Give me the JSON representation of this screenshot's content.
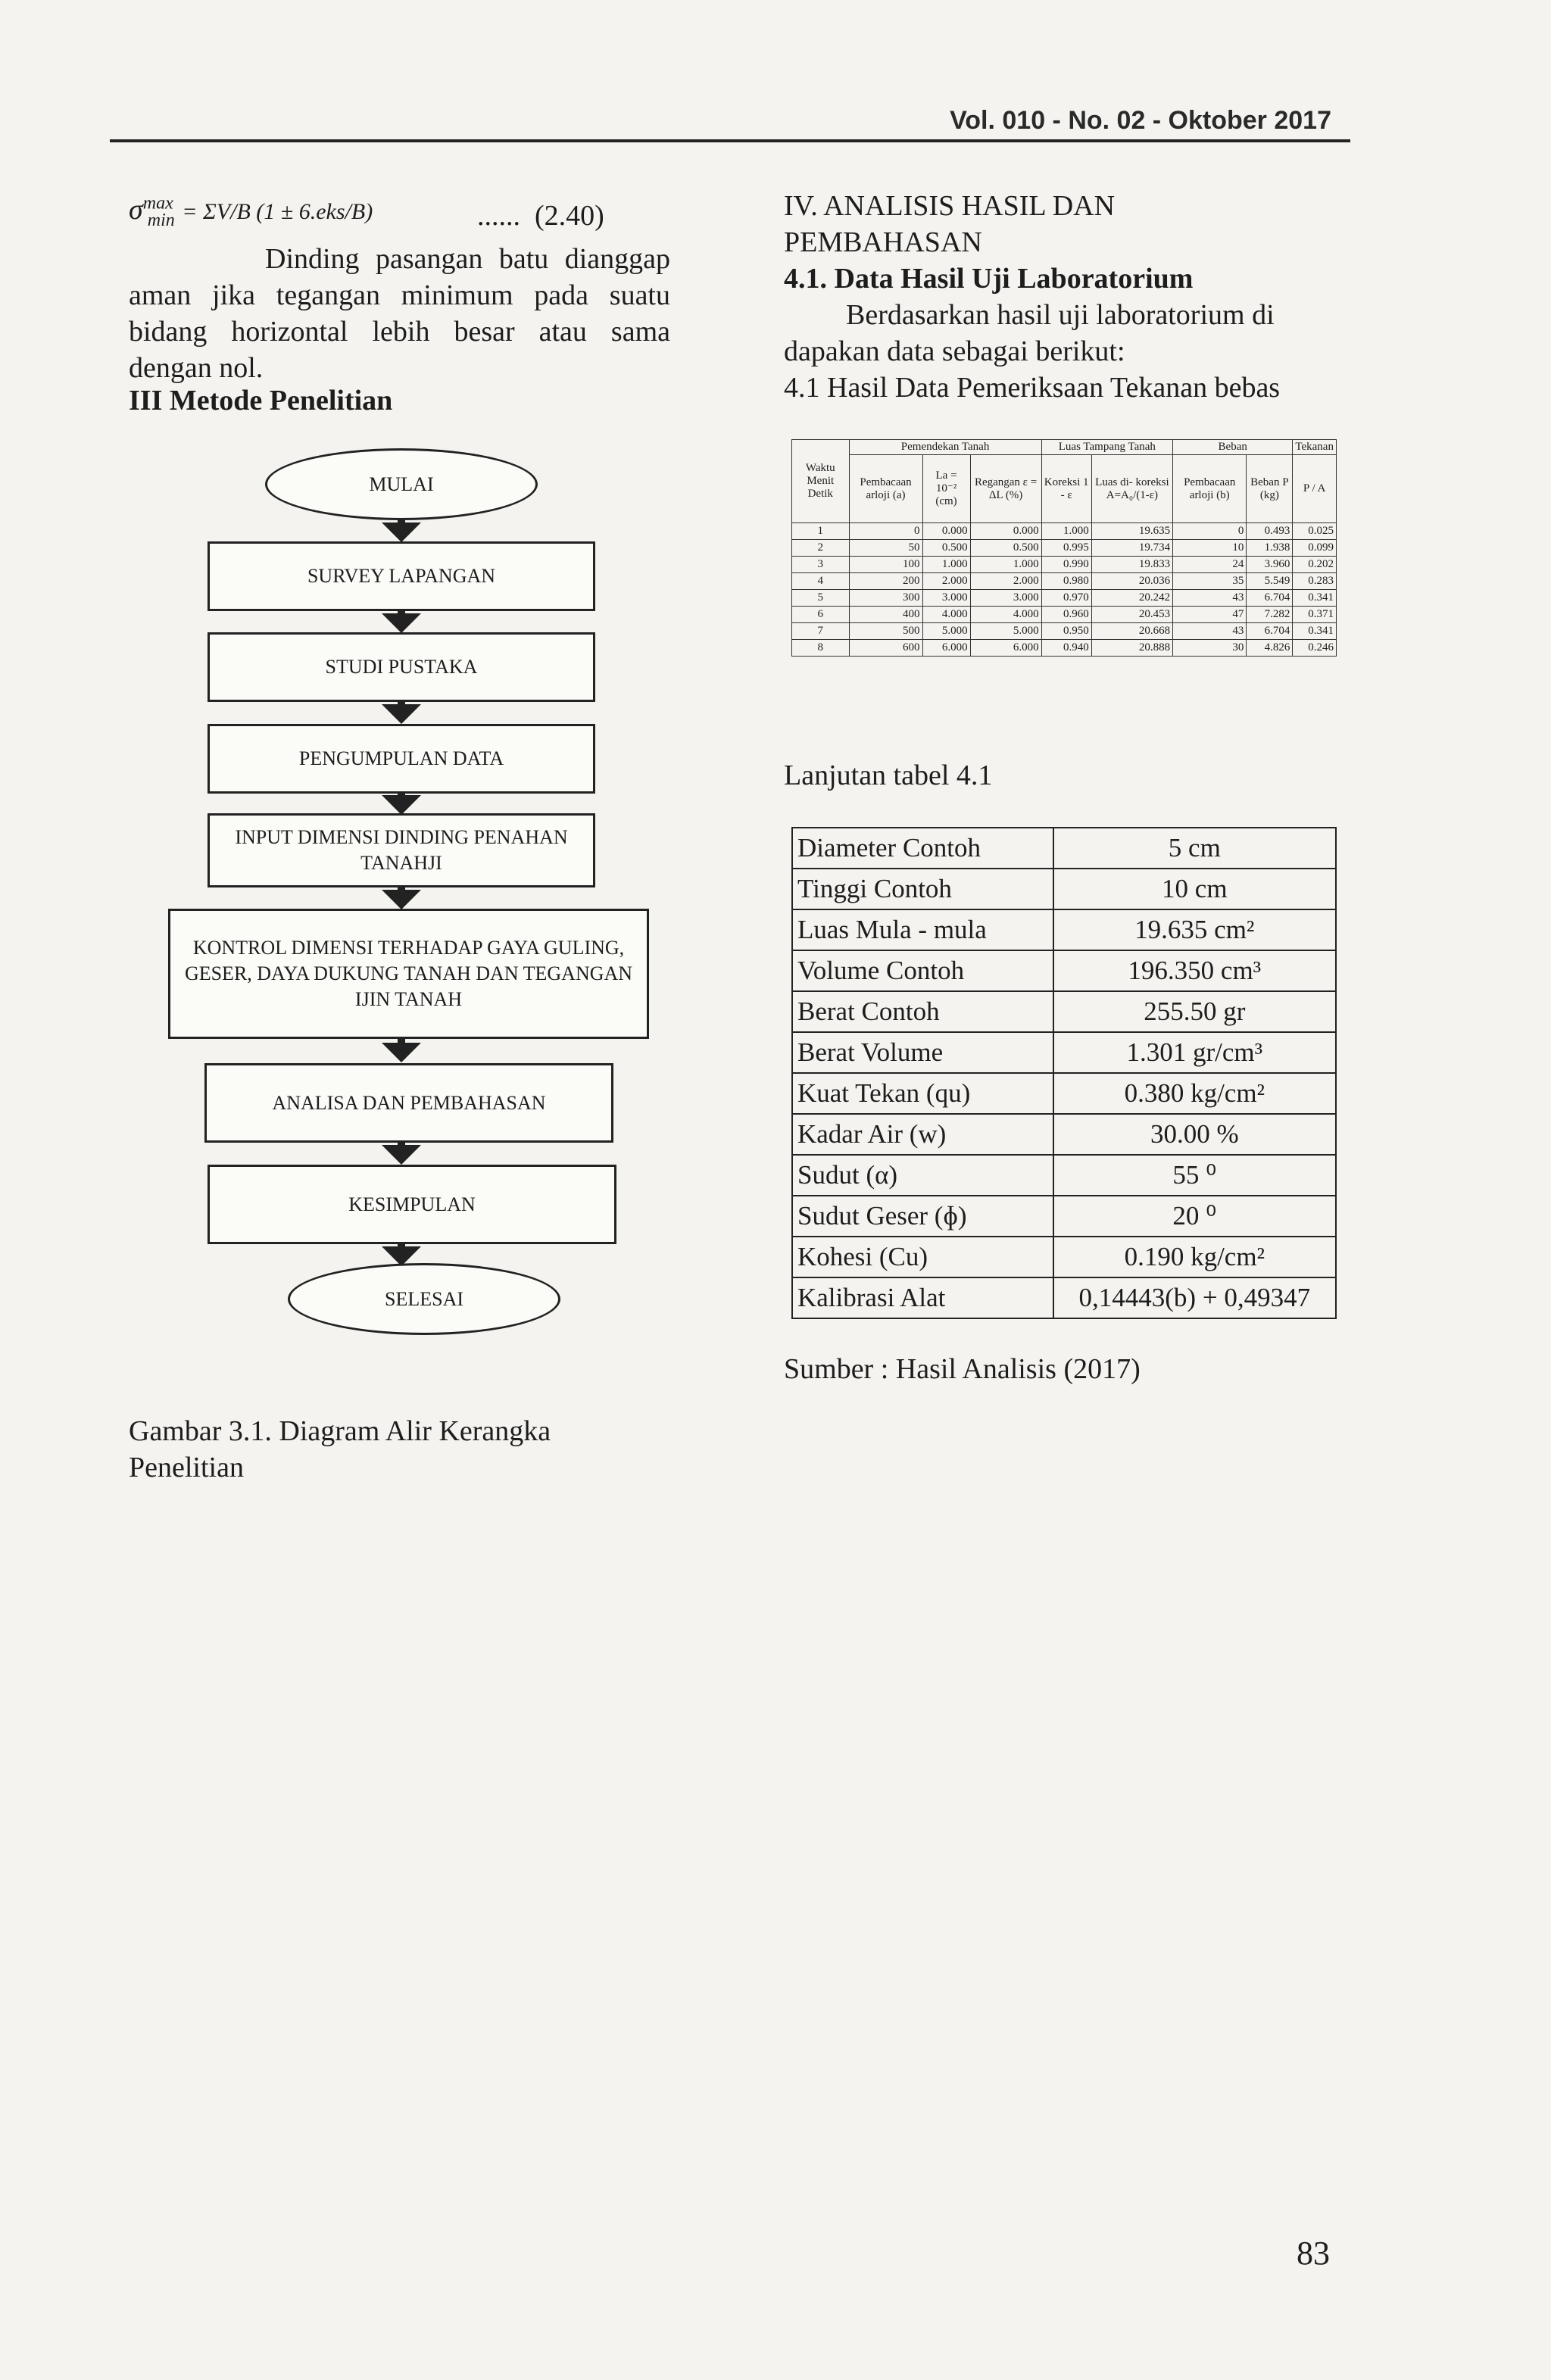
{
  "header": {
    "journal": "Vol. 010 - No. 02 - Oktober 2017"
  },
  "formula": {
    "lhs": "σ",
    "sup": "max",
    "sub": "min",
    "eq": "= ΣV/B (1 ± 6.eks/B)",
    "dots": "......",
    "number": "(2.40)"
  },
  "left": {
    "paragraph": "Dinding pasangan batu dianggap aman jika tegangan minimum pada suatu bidang horizontal lebih besar atau sama dengan nol.",
    "section_heading": "III Metode Penelitian",
    "flowchart": [
      "MULAI",
      "SURVEY LAPANGAN",
      "STUDI PUSTAKA",
      "PENGUMPULAN DATA",
      "INPUT DIMENSI DINDING PENAHAN TANAHJI",
      "KONTROL DIMENSI TERHADAP GAYA GULING, GESER, DAYA DUKUNG TANAH DAN TEGANGAN IJIN TANAH",
      "ANALISA DAN PEMBAHASAN",
      "KESIMPULAN",
      "SELESAI"
    ],
    "figure_caption_1": "Gambar 3.1. Diagram Alir Kerangka",
    "figure_caption_2": "Penelitian"
  },
  "right": {
    "heading_1": "IV. ANALISIS HASIL DAN",
    "heading_2": "PEMBAHASAN",
    "subheading": "4.1. Data Hasil Uji Laboratorium",
    "intro_1": "Berdasarkan hasil uji laboratorium di",
    "intro_2": "dapakan data sebagai berikut:",
    "table_title": "4.1 Hasil Data Pemeriksaan Tekanan bebas",
    "table1": {
      "head": {
        "waktu": "Waktu Menit Detik",
        "pemendekan": "Pemendekan Tanah",
        "luas": "Luas Tampang Tanah",
        "beban": "Beban",
        "tekanan": "Tekanan",
        "pembacaan": "Pembacaan arloji (a)",
        "la": "La = 10⁻² (cm)",
        "regangan": "Regangan ε = ΔL (%)",
        "koreksi": "Koreksi 1 - ε",
        "luas_di": "Luas di- koreksi A=A₀/(1-ε)",
        "pembacaan_b": "Pembacaan arloji (b)",
        "beban_p": "Beban P (kg)",
        "p_a": "P / A"
      },
      "rows": [
        [
          "1",
          "0",
          "0.000",
          "0.000",
          "1.000",
          "19.635",
          "0",
          "0.493",
          "0.025"
        ],
        [
          "2",
          "50",
          "0.500",
          "0.500",
          "0.995",
          "19.734",
          "10",
          "1.938",
          "0.099"
        ],
        [
          "3",
          "100",
          "1.000",
          "1.000",
          "0.990",
          "19.833",
          "24",
          "3.960",
          "0.202"
        ],
        [
          "4",
          "200",
          "2.000",
          "2.000",
          "0.980",
          "20.036",
          "35",
          "5.549",
          "0.283"
        ],
        [
          "5",
          "300",
          "3.000",
          "3.000",
          "0.970",
          "20.242",
          "43",
          "6.704",
          "0.341"
        ],
        [
          "6",
          "400",
          "4.000",
          "4.000",
          "0.960",
          "20.453",
          "47",
          "7.282",
          "0.371"
        ],
        [
          "7",
          "500",
          "5.000",
          "5.000",
          "0.950",
          "20.668",
          "43",
          "6.704",
          "0.341"
        ],
        [
          "8",
          "600",
          "6.000",
          "6.000",
          "0.940",
          "20.888",
          "30",
          "4.826",
          "0.246"
        ]
      ]
    },
    "continuation": "Lanjutan tabel 4.1",
    "table2": [
      {
        "label": "Diameter Contoh",
        "value": "5 cm"
      },
      {
        "label": "Tinggi Contoh",
        "value": "10 cm"
      },
      {
        "label": "Luas Mula - mula",
        "value": "19.635 cm²"
      },
      {
        "label": "Volume Contoh",
        "value": "196.350 cm³"
      },
      {
        "label": "Berat Contoh",
        "value": "255.50 gr"
      },
      {
        "label": "Berat Volume",
        "value": "1.301 gr/cm³"
      },
      {
        "label": "Kuat Tekan (qu)",
        "value": "0.380 kg/cm²"
      },
      {
        "label": "Kadar Air (w)",
        "value": "30.00 %"
      },
      {
        "label": "Sudut (α)",
        "value": "55 ⁰"
      },
      {
        "label": "Sudut Geser (ɸ)",
        "value": "20 ⁰"
      },
      {
        "label": "Kohesi (Cu)",
        "value": "0.190 kg/cm²"
      },
      {
        "label": "Kalibrasi Alat",
        "value": "0,14443(b) + 0,49347"
      }
    ],
    "source": "Sumber : Hasil Analisis (2017)"
  },
  "page_number": "83"
}
